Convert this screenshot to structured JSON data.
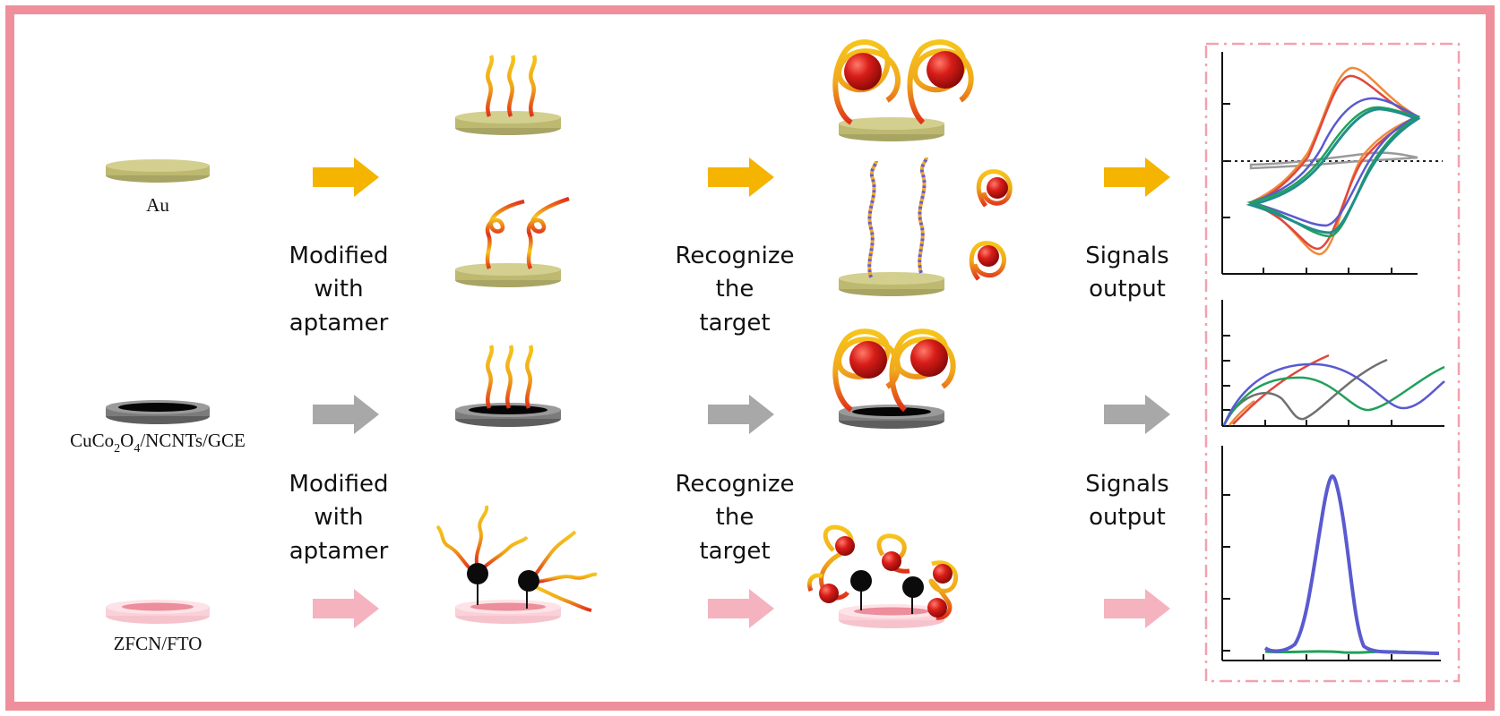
{
  "colors": {
    "frame": "#ef8f9b",
    "arrow_gold": "#f4b400",
    "arrow_gray": "#a8a8a8",
    "arrow_pink": "#f5b3bf",
    "au_disk": "#c9c57f",
    "gce_disk": "#7e7e7e",
    "fto_disk": "#fbd7dd",
    "target": "#d81d18",
    "ribbon_a": "#f2c21a",
    "ribbon_b": "#e02a1a",
    "cv_orange": "#f08a3a",
    "cv_red": "#e0473d",
    "cv_green": "#21a05a",
    "cv_blue": "#5a5ad0",
    "cv_teal": "#1f8f8a",
    "cv_gray": "#9a9a9a"
  },
  "electrodes": {
    "au": "Au",
    "gce_parts": [
      "CuCo",
      "2",
      "O",
      "4",
      "/NCNTs/GCE"
    ],
    "fto": "ZFCN/FTO"
  },
  "steps": {
    "modified": [
      "Modified",
      "with",
      "aptamer"
    ],
    "recognize": [
      "Recognize",
      "the",
      "target"
    ],
    "signals": [
      "Signals",
      "output"
    ]
  },
  "icons": [
    "right-arrow-icon",
    "electrode-disk-icon",
    "aptamer-strand-icon",
    "target-molecule-icon",
    "nanoparticle-icon"
  ]
}
